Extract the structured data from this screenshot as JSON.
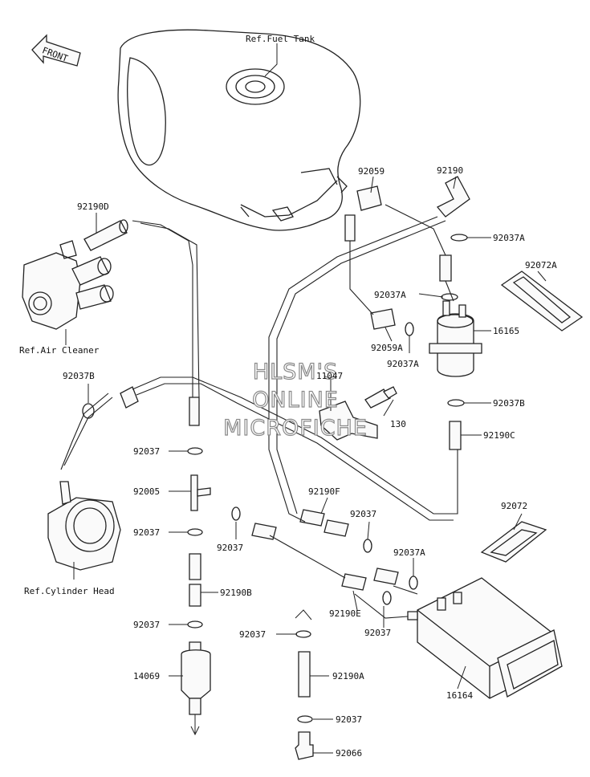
{
  "watermark": [
    "HLSM'S",
    "ONLINE",
    "MICROFICHE"
  ],
  "front_label": "FRONT",
  "callouts": {
    "fuel_tank": "Ref.Fuel Tank",
    "air_cleaner": "Ref.Air Cleaner",
    "cylinder_head": "Ref.Cylinder Head",
    "p92190D": "92190D",
    "p92059": "92059",
    "p92190": "92190",
    "p92037A_1": "92037A",
    "p92072A": "92072A",
    "p92037A_2": "92037A",
    "p16165": "16165",
    "p92059A": "92059A",
    "p92037A_3": "92037A",
    "p11047": "11047",
    "p92037B_1": "92037B",
    "p92037B_2": "92037B",
    "p130": "130",
    "p92190C": "92190C",
    "p92037_1": "92037",
    "p92005": "92005",
    "p92037_2": "92037",
    "p92037_3": "92037",
    "p92190F": "92190F",
    "p92037_4": "92037",
    "p92072": "92072",
    "p92037A_4": "92037A",
    "p92190B": "92190B",
    "p92190E": "92190E",
    "p92037_5": "92037",
    "p92037_6": "92037",
    "p92037_7": "92037",
    "p14069": "14069",
    "p92190A": "92190A",
    "p16164": "16164",
    "p92037_8": "92037",
    "p92066": "92066"
  }
}
